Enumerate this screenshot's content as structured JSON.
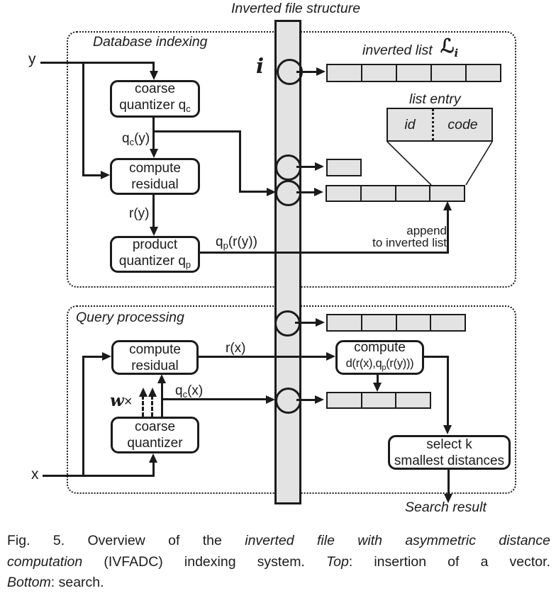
{
  "title": "Inverted file structure",
  "colors": {
    "cell_fill": "#e3e3e3",
    "stroke": "#1b1b1b",
    "background": "#ffffff"
  },
  "database_indexing": {
    "label": "Database indexing",
    "input_label": "y",
    "coarse_quantizer": {
      "line1": "coarse",
      "line2_base": "quantizer q",
      "line2_sub": "c"
    },
    "qc_y": {
      "base": "q",
      "sub": "c",
      "rest": "(y)"
    },
    "compute_residual": {
      "line1": "compute",
      "line2": "residual"
    },
    "r_y": "r(y)",
    "product_quantizer": {
      "line1": "product",
      "line2_base": "quantizer q",
      "line2_sub": "p"
    },
    "qp_ry": {
      "base": "q",
      "sub": "p",
      "rest": "(r(y))"
    },
    "append_line1": "append",
    "append_line2": "to inverted list"
  },
  "inverted_file": {
    "index_label": "i",
    "inverted_list_label": "inverted list",
    "list_symbol": "ℒ",
    "list_symbol_sub": "i",
    "list_entry_label": "list entry",
    "id_label": "id",
    "code_label": "code"
  },
  "bars": {
    "inverted_list_cells": 5,
    "single_cell": 1,
    "db_entry_cells": 4,
    "query_top_cells": 4,
    "query_bottom_cells": 3
  },
  "query_processing": {
    "label": "Query processing",
    "input_label": "x",
    "compute_residual": {
      "line1": "compute",
      "line2": "residual"
    },
    "r_x": "r(x)",
    "qc_x": {
      "base": "q",
      "sub": "c",
      "rest": "(x)"
    },
    "w_label": "w",
    "times_label": "×",
    "coarse_quantizer": {
      "line1": "coarse",
      "line2": "quantizer"
    },
    "compute_d": {
      "line1": "compute",
      "line2_pre": "d(r(x),q",
      "line2_sub": "p",
      "line2_post": "(r(y)))"
    },
    "select_k": {
      "line1": "select k",
      "line2": "smallest distances"
    },
    "search_result": "Search result"
  },
  "caption": {
    "line1_normal": "Fig. 5. Overview of the ",
    "line1_italic": "inverted file with asymmetric distance",
    "line2_italic1": "computation",
    "line2_normal1": " (IVFADC) indexing system. ",
    "line2_italic2": "Top",
    "line2_normal2": ": insertion of a vector.",
    "line3_italic": "Bottom",
    "line3_normal": ": search."
  }
}
